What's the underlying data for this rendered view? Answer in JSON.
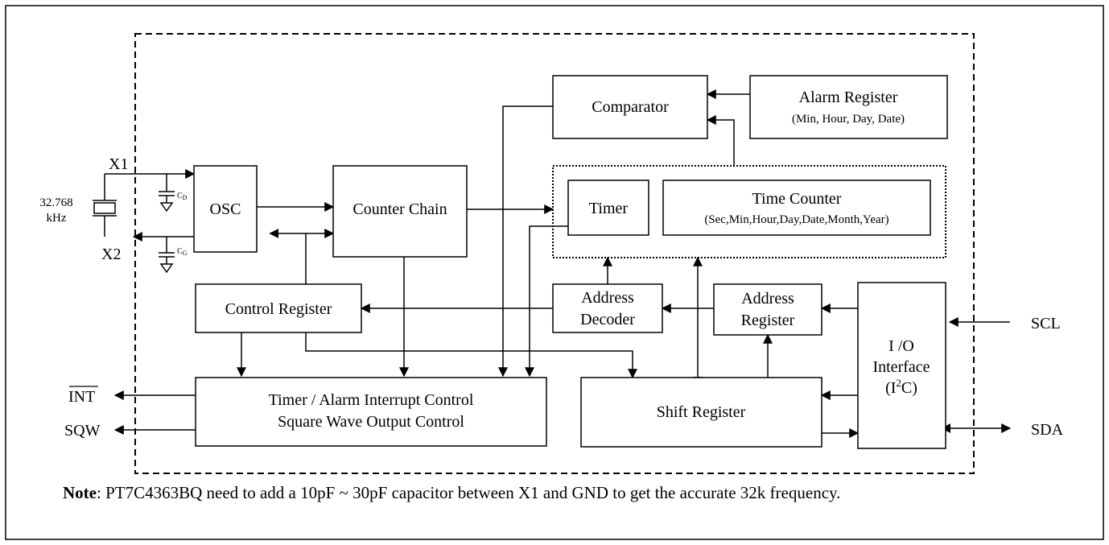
{
  "blocks": {
    "osc": "OSC",
    "counter_chain": "Counter Chain",
    "comparator": "Comparator",
    "alarm_register": {
      "line1": "Alarm Register",
      "line2": "(Min, Hour, Day, Date)"
    },
    "timer": "Timer",
    "time_counter": {
      "line1": "Time Counter",
      "line2": "(Sec,Min,Hour,Day,Date,Month,Year)"
    },
    "control_register": "Control Register",
    "address_decoder": {
      "line1": "Address",
      "line2": "Decoder"
    },
    "address_register": {
      "line1": "Address",
      "line2": "Register"
    },
    "io_interface": {
      "line1": "I /O",
      "line2": "Interface",
      "line3_pre": "(I",
      "line3_sup": "2",
      "line3_post": "C)"
    },
    "interrupt_control": {
      "line1": "Timer / Alarm Interrupt Control",
      "line2": "Square Wave Output Control"
    },
    "shift_register": "Shift Register"
  },
  "pins": {
    "x1": "X1",
    "x2": "X2",
    "crystal_freq": "32.768",
    "crystal_unit": "kHz",
    "cap_d": "C",
    "cap_d_sub": "D",
    "cap_g": "C",
    "cap_g_sub": "G",
    "int": "INT",
    "sqw": "SQW",
    "scl": "SCL",
    "sda": "SDA"
  },
  "note": {
    "label": "Note",
    "text": ": PT7C4363BQ need to add a 10pF ~ 30pF capacitor between X1 and GND to get the accurate 32k frequency."
  }
}
